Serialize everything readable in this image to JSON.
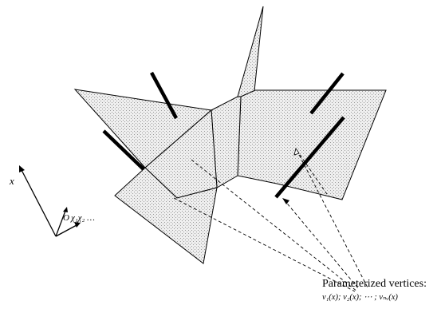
{
  "axis_x_label": "x",
  "axis_origin_label": "O",
  "axis_coords_label": "χ₁χ₂ …",
  "caption_title": "Parameterized vertices:",
  "caption_vars": "v₁(x); v₂(x); ⋯ ; vₙᵥ(x)"
}
